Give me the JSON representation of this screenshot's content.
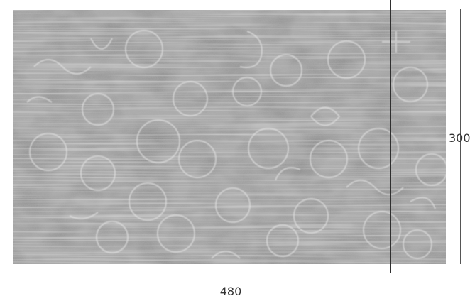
{
  "dimensions": {
    "width_label": "480",
    "height_label": "300"
  },
  "panel": {
    "strip_count": 8,
    "texture_colors": {
      "base": "#a8a8a8",
      "dark": "#6a6a6a",
      "light": "#d8d8d8"
    }
  }
}
